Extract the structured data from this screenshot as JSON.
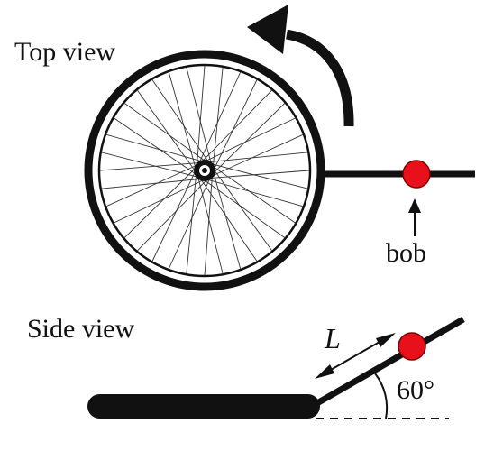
{
  "labels": {
    "top_view": "Top view",
    "side_view": "Side view",
    "bob": "bob",
    "length": "L",
    "angle": "60°"
  },
  "colors": {
    "ink": "#111111",
    "bob": "#e8101a",
    "background": "#ffffff"
  },
  "wheel": {
    "spoke_count": 36
  }
}
